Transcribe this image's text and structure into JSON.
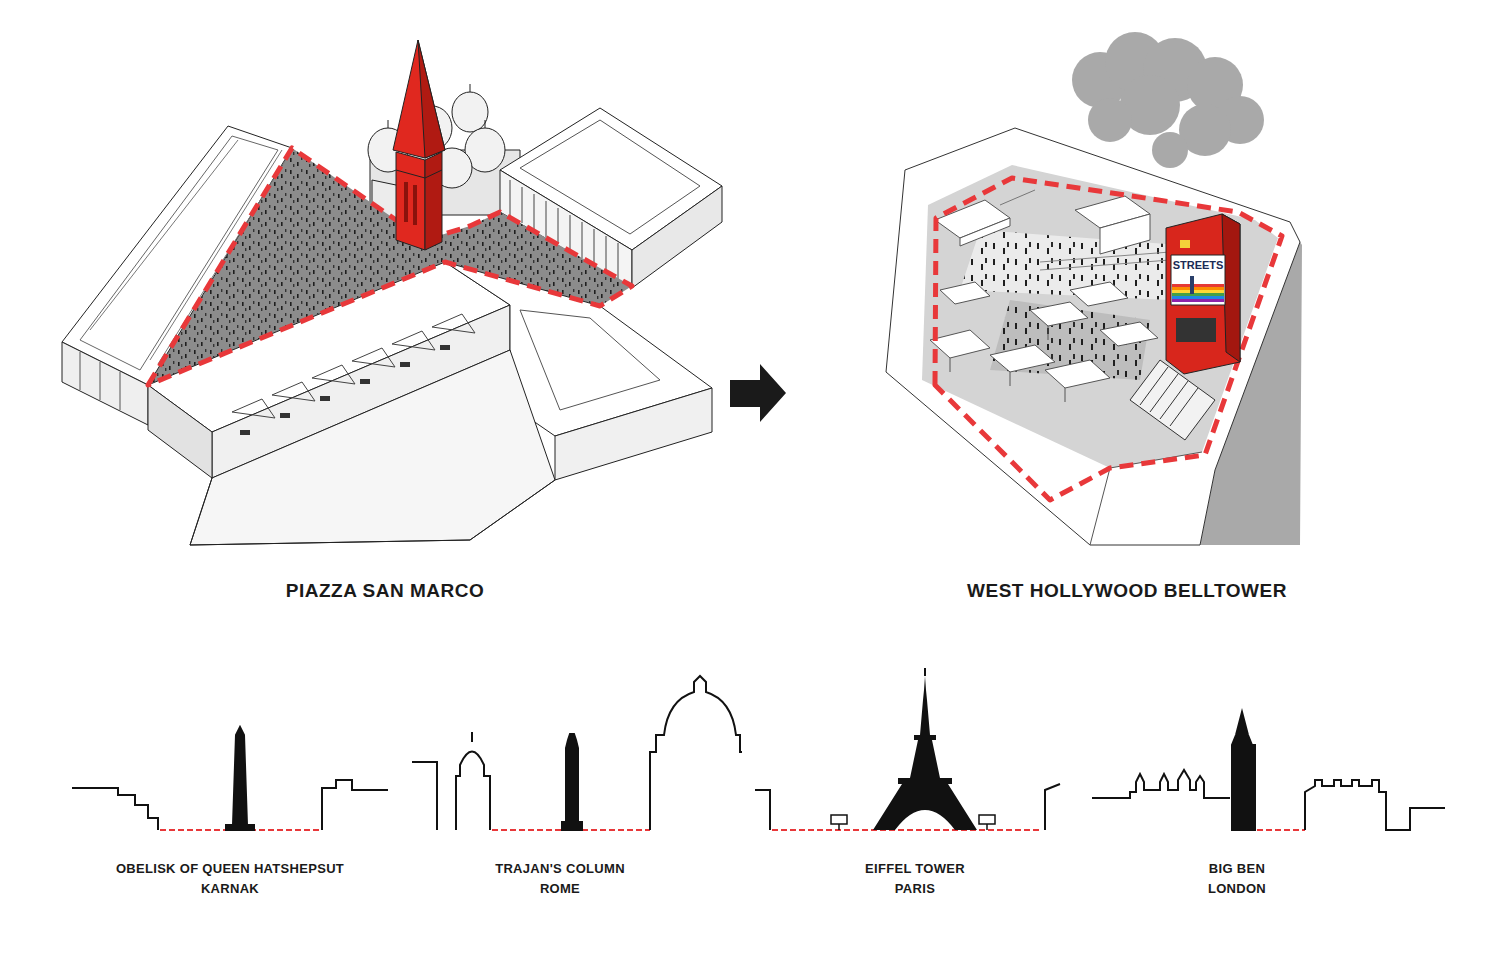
{
  "diagram": {
    "labels": [
      "PIAZZA SAN MARCO",
      "STREETS",
      "WEST HOLLYWOOD BELLTOWER",
      "OBELISK OF QUEEN HATSHEPSUT",
      "KARNAK",
      "TRAJAN'S COLUMN",
      "ROME",
      "EIFFEL TOWER",
      "PARIS",
      "BIG BEN",
      "LONDON"
    ]
  }
}
